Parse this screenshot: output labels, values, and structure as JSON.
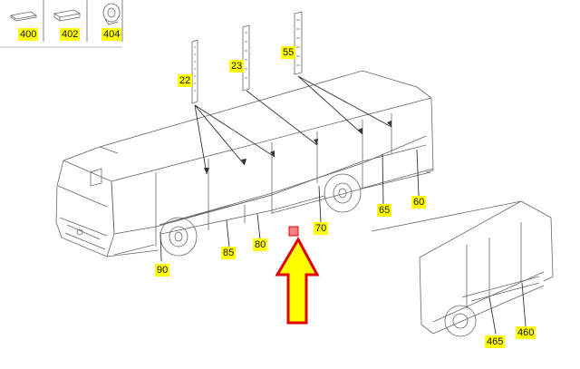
{
  "legend": {
    "items": [
      {
        "code": "400",
        "icon": "flat-strip-icon"
      },
      {
        "code": "402",
        "icon": "thick-strip-icon"
      },
      {
        "code": "404",
        "icon": "tape-roll-icon"
      }
    ]
  },
  "callouts": {
    "c22": "22",
    "c23": "23",
    "c55": "55",
    "c90": "90",
    "c85": "85",
    "c80": "80",
    "c70": "70",
    "c65": "65",
    "c60": "60",
    "c465": "465",
    "c460": "460"
  },
  "colors": {
    "label_bg": "#ffff00",
    "arrow_fill": "#ffff00",
    "arrow_stroke": "#e00000",
    "line": "#555555"
  }
}
